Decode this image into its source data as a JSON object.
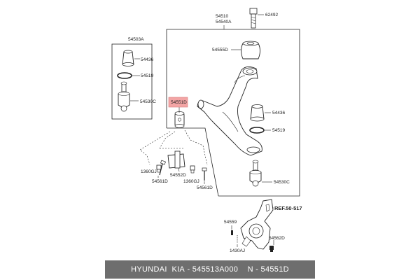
{
  "labels": {
    "p54510": "54510",
    "p54540A": "54540A",
    "p62492": "62492",
    "p54503A": "54503A",
    "p54436a": "54436",
    "p54519a": "54519",
    "p54530Ca": "54530C",
    "p54555D": "54555D",
    "p54551D": "54551D",
    "p54436b": "54436",
    "p54519b": "54519",
    "p54530Cb": "54530C",
    "p1360GJa": "1360GJ",
    "p54561Da": "54561D",
    "p54552D": "54552D",
    "p1360GJb": "1360GJ",
    "p54561Db": "54561D",
    "ref": "REF.50-517",
    "p54559": "54559",
    "p1430AJ": "1430AJ",
    "p54562D": "54562D"
  },
  "footer": {
    "brand": "HYUNDAI",
    "make": "KIA",
    "part_number": "545513A000",
    "sep": "-",
    "n_label": "N",
    "n_value": "54551D"
  },
  "colors": {
    "highlight": "#f3a5a5",
    "footer_bg": "#6e6e6e",
    "line": "#222222"
  }
}
